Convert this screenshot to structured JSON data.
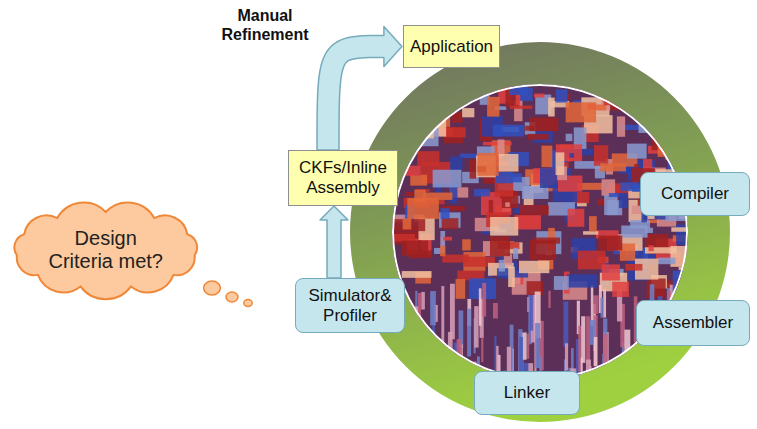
{
  "diagram": {
    "nodes": [
      {
        "text": [
          "Application"
        ]
      },
      {
        "text": [
          "CKFs/Inline Assembly"
        ]
      },
      {
        "text": [
          "Compiler"
        ]
      },
      {
        "text": [
          "Design Criteria met?"
        ]
      },
      {
        "text": [
          "Simulator& Profiler"
        ]
      },
      {
        "text": [
          "Assembler"
        ]
      },
      {
        "text": [
          "Linker"
        ]
      }
    ],
    "edges": [
      {
        "from": 4,
        "to": 1,
        "arrow": "to"
      },
      {
        "from": 1,
        "to": 0,
        "label": "Manual Refinement",
        "arrow": "to"
      }
    ]
  }
}
